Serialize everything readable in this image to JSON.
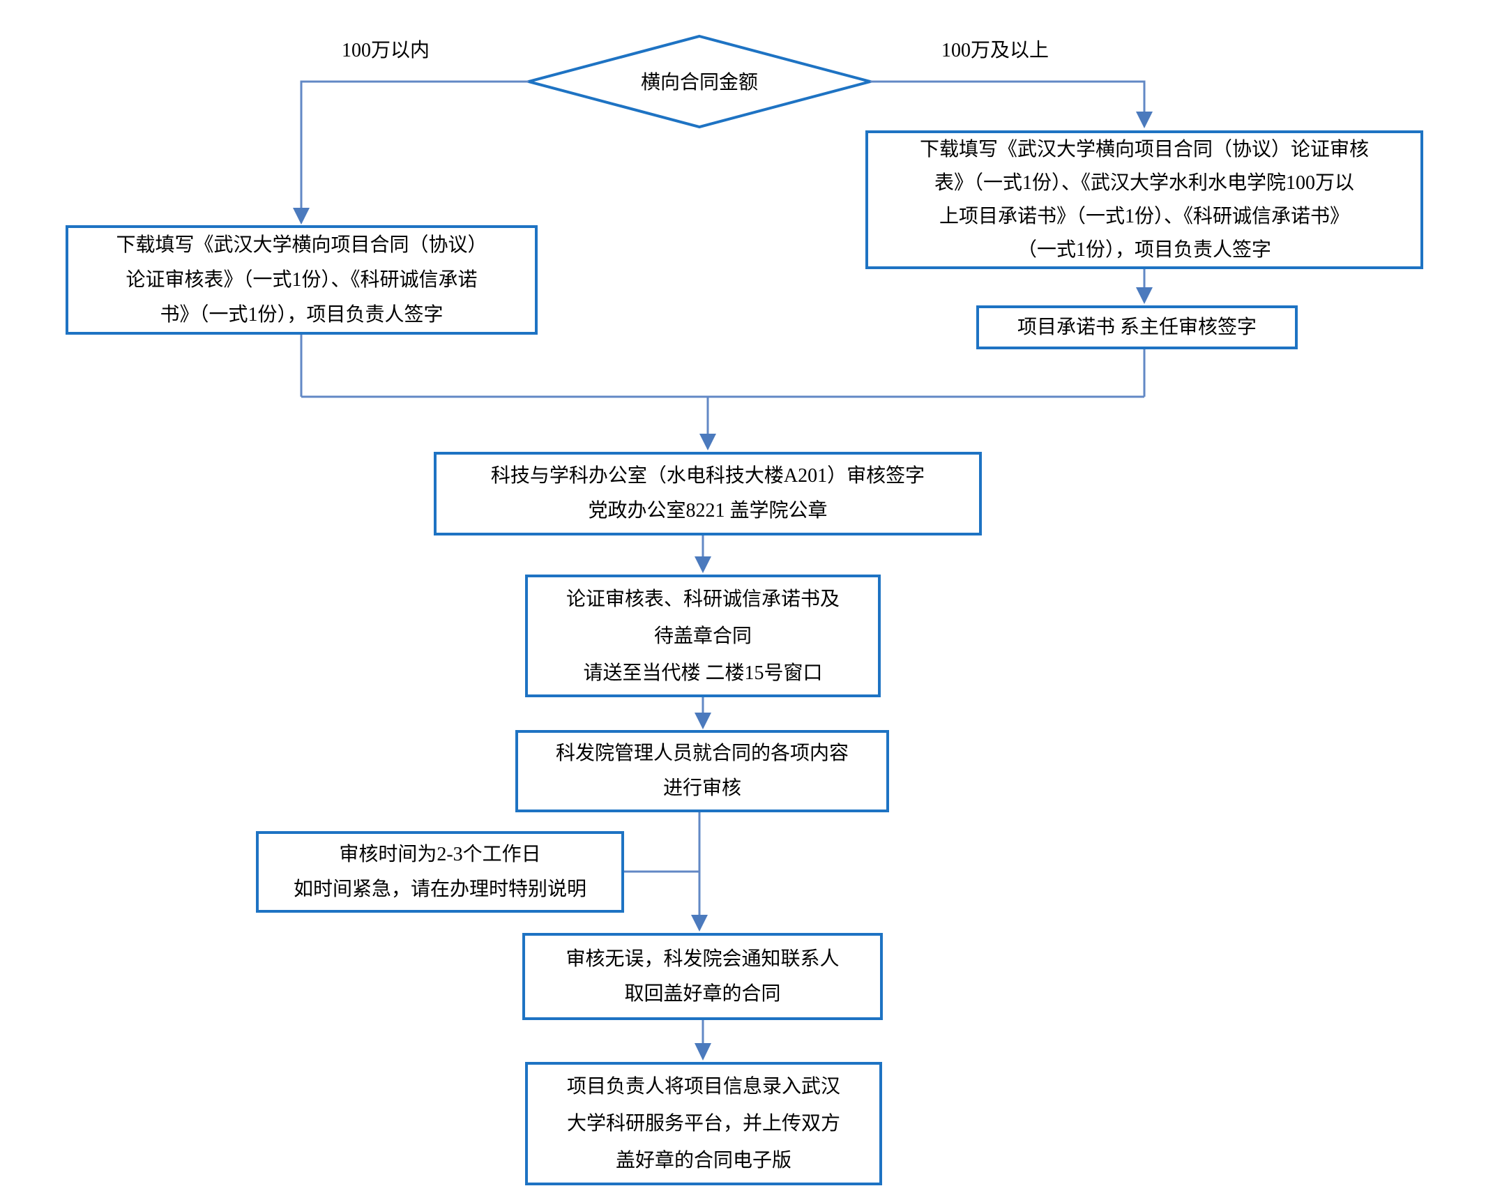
{
  "palette": {
    "background": "#FFFFFF",
    "box_border": "#1E73C3",
    "connector": "#6288C5",
    "arrow": "#4B7ABD",
    "text": "#000000"
  },
  "flowchart": {
    "decision_label": "横向合同金额",
    "branch_left_label": "100万以内",
    "branch_right_label": "100万及以上",
    "nodes": {
      "download_under_1m": [
        "下载填写《武汉大学横向项目合同（协议）",
        "论证审核表》（一式1份）、《科研诚信承诺",
        "书》（一式1份），项目负责人签字"
      ],
      "download_1m_and_above": [
        "下载填写《武汉大学横向项目合同（协议）论证审核",
        "表》（一式1份）、《武汉大学水利水电学院100万以",
        "上项目承诺书》（一式1份）、《科研诚信承诺书》",
        "（一式1份），项目负责人签字"
      ],
      "promise_dept_head_sign": [
        "项目承诺书 系主任审核签字"
      ],
      "office_review": [
        "科技与学科办公室（水电科技大楼A201）审核签字",
        "党政办公室8221 盖学院公章"
      ],
      "send_to_window": [
        "论证审核表、科研诚信承诺书及",
        "待盖章合同",
        "请送至当代楼 二楼15号窗口"
      ],
      "kfy_content_review": [
        "科发院管理人员就合同的各项内容",
        "进行审核"
      ],
      "review_time_note": [
        "审核时间为2-3个工作日",
        "如时间紧急，请在办理时特别说明"
      ],
      "notify_pickup": [
        "审核无误，科发院会通知联系人",
        "取回盖好章的合同"
      ],
      "platform_entry": [
        "项目负责人将项目信息录入武汉",
        "大学科研服务平台，并上传双方",
        "盖好章的合同电子版"
      ]
    }
  }
}
